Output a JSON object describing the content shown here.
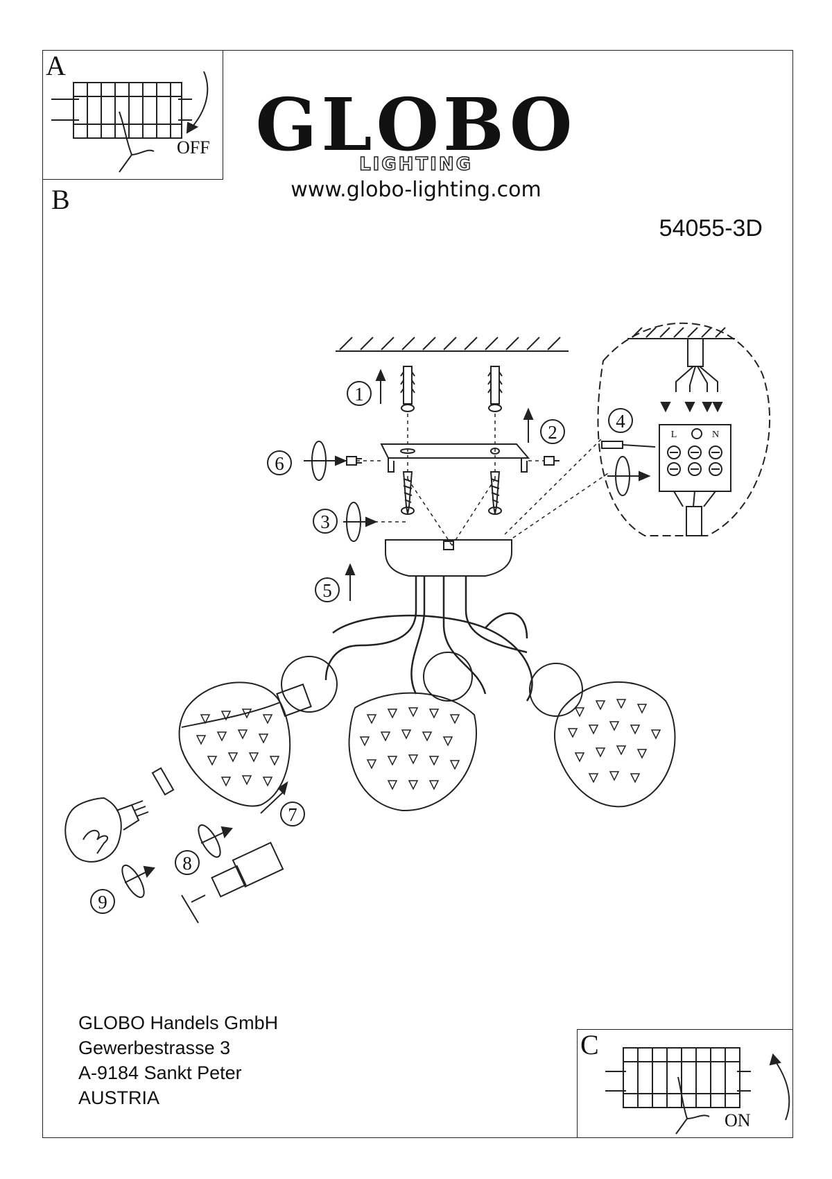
{
  "brand": {
    "name": "GLOBO",
    "sub": "LIGHTING",
    "url": "www.globo-lighting.com"
  },
  "model": "54055-3D",
  "panels": {
    "a_letter": "A",
    "b_letter": "B",
    "c_letter": "C",
    "off_label": "OFF",
    "on_label": "ON"
  },
  "steps": [
    "1",
    "2",
    "3",
    "4",
    "5",
    "6",
    "7",
    "8",
    "9"
  ],
  "terminal": {
    "l": "L",
    "n": "N"
  },
  "address": {
    "line1": "GLOBO Handels GmbH",
    "line2": "Gewerbestrasse 3",
    "line3": "A-9184 Sankt Peter",
    "line4": "AUSTRIA"
  }
}
